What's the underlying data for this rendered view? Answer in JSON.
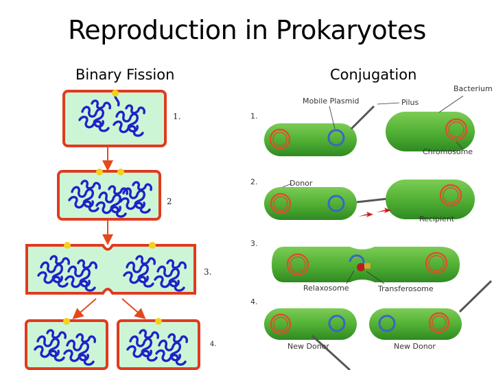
{
  "title": "Reproduction in Prokaryotes",
  "binary_fission": {
    "heading": "Binary Fission",
    "steps": [
      "1.",
      "2",
      "3.",
      "4."
    ]
  },
  "conjugation": {
    "heading": "Conjugation",
    "steps": [
      "1.",
      "2.",
      "3.",
      "4."
    ],
    "labels": {
      "mobile_plasmid": "Mobile Plasmid",
      "pilus": "Pilus",
      "bacterium": "Bacterium",
      "chromosome": "Chromosome",
      "donor": "Donor",
      "recipient": "Recipient",
      "relaxosome": "Relaxosome",
      "transferosome": "Transferosome",
      "new_donor_left": "New Donor",
      "new_donor_right": "New Donor"
    }
  },
  "colors": {
    "cell_fill": "#ccf5d6",
    "cell_border": "#e03a1e",
    "dna": "#1f22c8",
    "origin": "#f2d21a",
    "arrow": "#e24a1c",
    "bacterium": "#59b73a",
    "chromosome": "#d9502a",
    "plasmid": "#3a66c4"
  }
}
